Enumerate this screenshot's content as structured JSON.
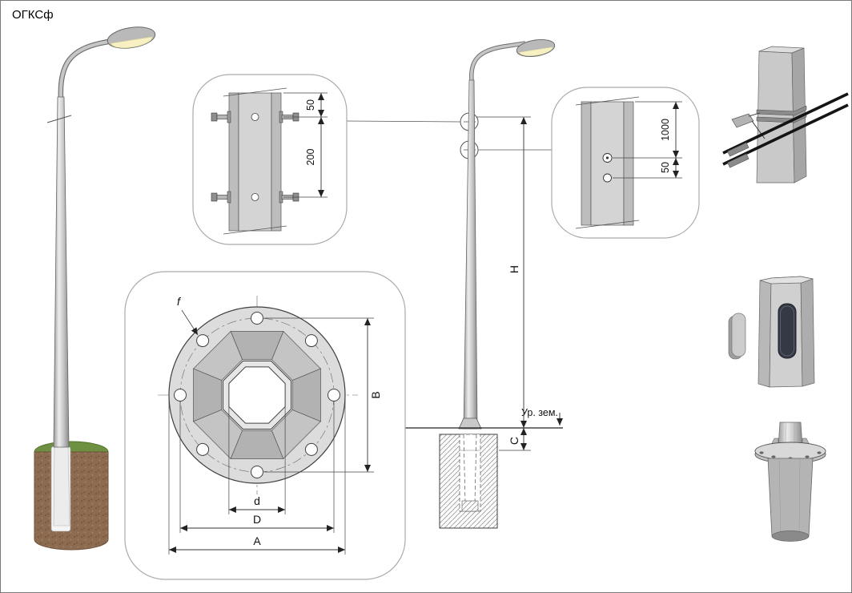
{
  "title": "ОГКСф",
  "colors": {
    "pole_gray": "#c8c8c8",
    "foundation_soil": "#8d6b50",
    "grass_green": "#6d9140",
    "lamp_glow": "#f7f0c2",
    "cable_black": "#141414",
    "callout_border": "#ababab",
    "door_opening": "#343944"
  },
  "detail_top": {
    "dim_offset": "50",
    "dim_spacing": "200"
  },
  "detail_right": {
    "dim_height": "1000",
    "dim_offset": "50"
  },
  "flange_detail": {
    "dim_hole": "f",
    "dim_bolt_span": "B",
    "dim_inner": "d",
    "dim_bolt_circle": "D",
    "dim_outer": "A"
  },
  "elevation": {
    "dim_height": "H",
    "dim_embed": "C",
    "ground_label": "Ур. зем."
  }
}
